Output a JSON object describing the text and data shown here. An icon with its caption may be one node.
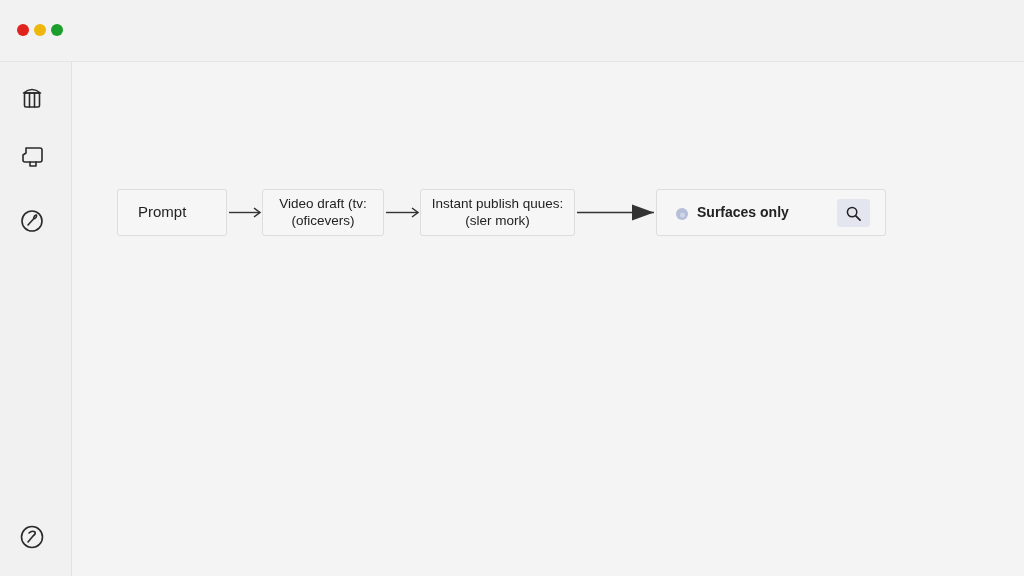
{
  "diagram": {
    "nodes": [
      {
        "text": [
          "Prompt"
        ]
      },
      {
        "text": [
          "Video draft (tv: (oficevers)"
        ]
      },
      {
        "text": [
          "Instant publish quues: (sler mork)"
        ]
      },
      {
        "text": [
          "Surfaces only"
        ]
      }
    ],
    "edges": [
      {
        "from": 0,
        "to": 1,
        "arrow": "to"
      },
      {
        "from": 1,
        "to": 2,
        "arrow": "to"
      },
      {
        "from": 2,
        "to": 3,
        "arrow": "to"
      }
    ]
  }
}
